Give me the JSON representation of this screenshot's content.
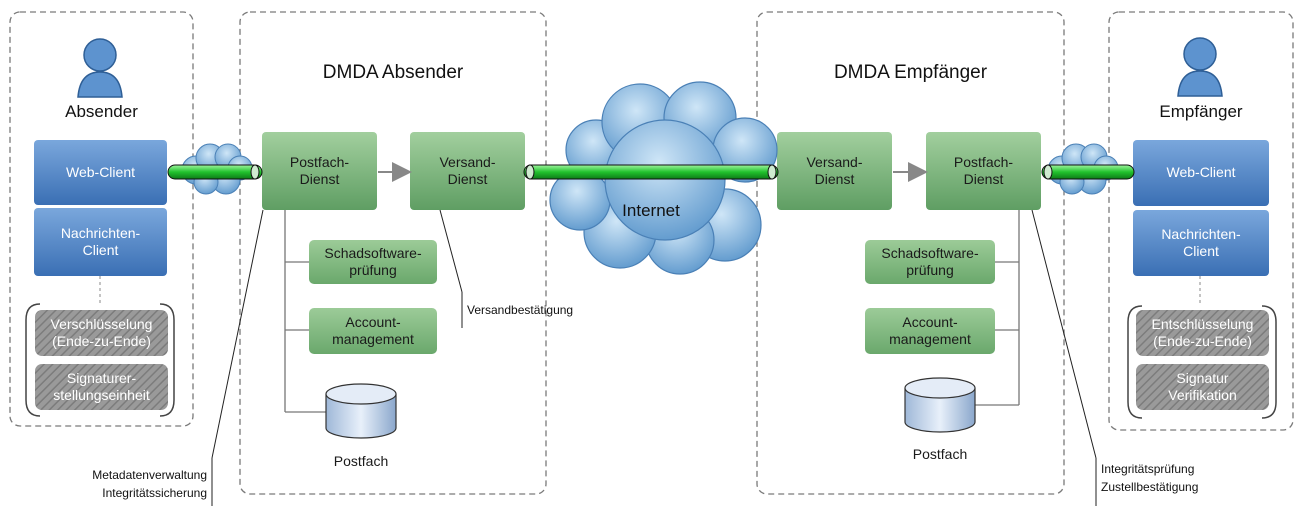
{
  "sender": {
    "title": "Absender",
    "web_client": "Web-Client",
    "message_client": [
      "Nachrichten-",
      "Client"
    ],
    "encryption": [
      "Verschlüsselung",
      "(Ende-zu-Ende)"
    ],
    "signature": [
      "Signaturer-",
      "stellungseinheit"
    ],
    "notes": [
      "Metadatenverwaltung",
      "Integritätssicherung"
    ]
  },
  "dmda_sender": {
    "title": "DMDA Absender",
    "mailbox_service": [
      "Postfach-",
      "Dienst"
    ],
    "dispatch_service": [
      "Versand-",
      "Dienst"
    ],
    "malware_check": [
      "Schadsoftware-",
      "prüfung"
    ],
    "account_mgmt": [
      "Account-",
      "management"
    ],
    "mailbox_store": "Postfach",
    "dispatch_confirmation": "Versandbestätigung"
  },
  "internet": {
    "label": "Internet"
  },
  "dmda_receiver": {
    "title": "DMDA Empfänger",
    "dispatch_service": [
      "Versand-",
      "Dienst"
    ],
    "mailbox_service": [
      "Postfach-",
      "Dienst"
    ],
    "malware_check": [
      "Schadsoftware-",
      "prüfung"
    ],
    "account_mgmt": [
      "Account-",
      "management"
    ],
    "mailbox_store": "Postfach",
    "notes": [
      "Integritätsprüfung",
      "Zustellbestätigung"
    ]
  },
  "receiver": {
    "title": "Empfänger",
    "web_client": "Web-Client",
    "message_client": [
      "Nachrichten-",
      "Client"
    ],
    "decryption": [
      "Entschlüsselung",
      "(Ende-zu-Ende)"
    ],
    "verification": [
      "Signatur",
      "Verifikation"
    ]
  },
  "colors": {
    "blue_box": "#4f86c6",
    "green_box": "#7fb380",
    "gray_box": "#8a8a8a",
    "pipe": "#2ecc40",
    "cloud": "#6fa8d8",
    "dashed_border": "#7a7a7a"
  }
}
